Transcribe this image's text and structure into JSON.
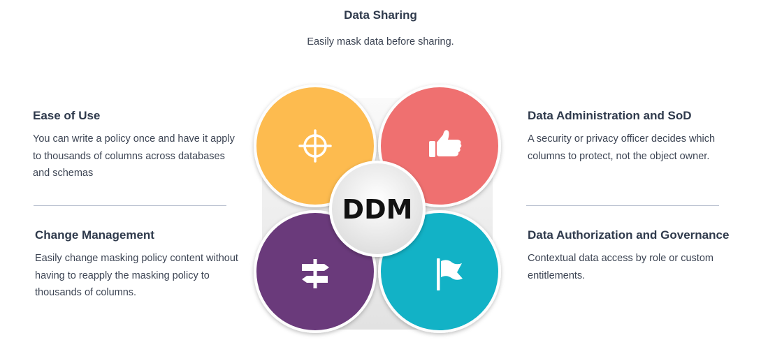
{
  "header": {
    "title": "Data Sharing",
    "subtitle": "Easily mask data before sharing."
  },
  "left": {
    "top": {
      "title": "Ease of Use",
      "text": "You can write a policy once and have it apply to thousands of columns across databases and schemas"
    },
    "bottom": {
      "title": "Change Management",
      "text": "Easily change masking policy content without having to reapply the masking policy to thousands of columns."
    }
  },
  "right": {
    "top": {
      "title": "Data Administration and SoD",
      "text": "A security or privacy officer decides which columns to protect, not the object owner."
    },
    "bottom": {
      "title": "Data Authorization and Governance",
      "text": "Contextual data access by role or custom entitlements."
    }
  },
  "center": {
    "label": "DDM"
  },
  "circles": [
    {
      "position": "top-left",
      "color": "#fdbb4f",
      "icon": "crosshair-icon"
    },
    {
      "position": "top-right",
      "color": "#ef7070",
      "icon": "thumbs-up-icon"
    },
    {
      "position": "bottom-left",
      "color": "#6a3a7b",
      "icon": "signpost-icon"
    },
    {
      "position": "bottom-right",
      "color": "#12b2c6",
      "icon": "flag-icon"
    }
  ]
}
